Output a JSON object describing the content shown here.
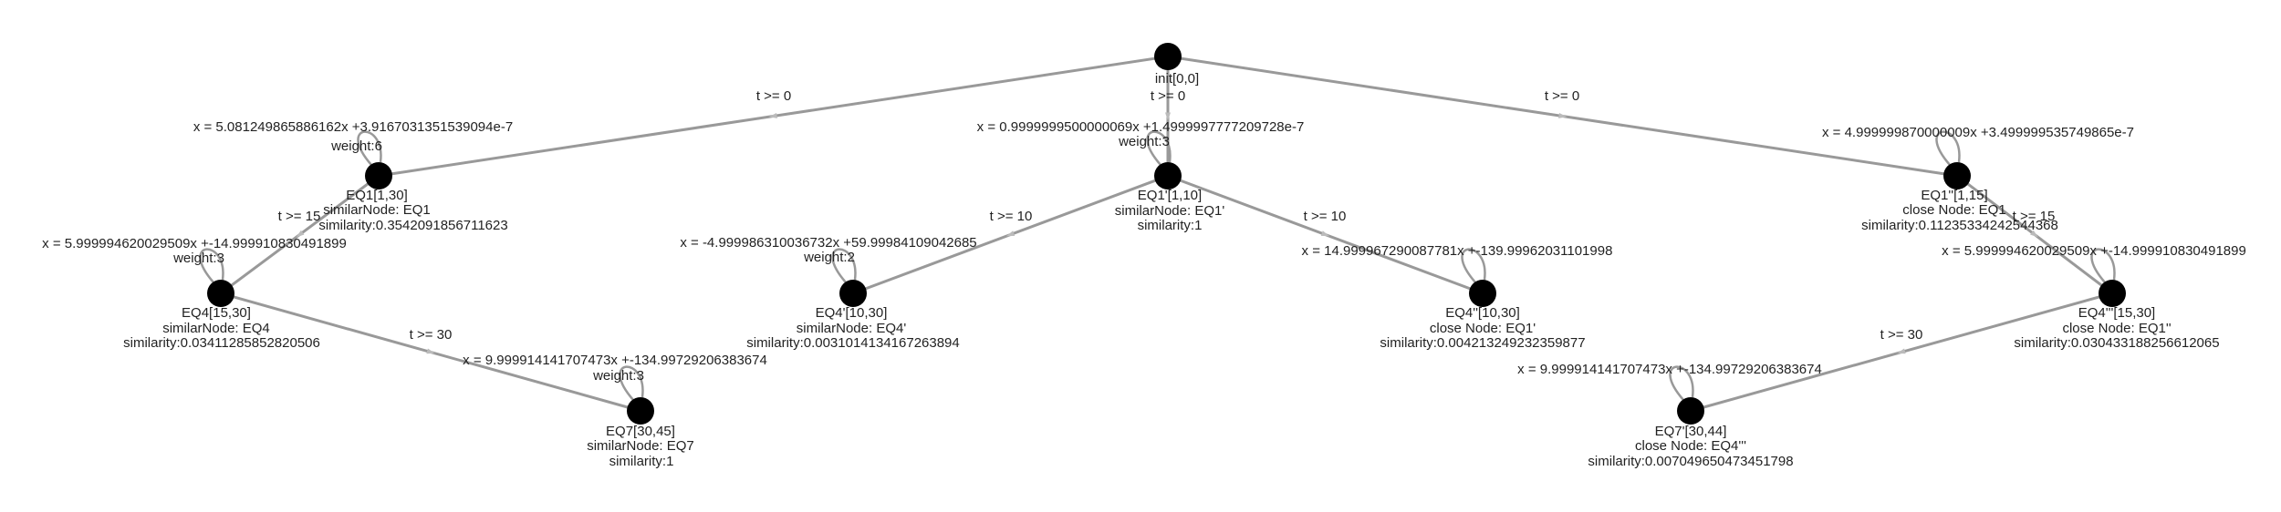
{
  "colors": {
    "node": "#000000",
    "edge": "#999999",
    "text": "#222222",
    "background": "#ffffff"
  },
  "nodes": [
    {
      "id": "init",
      "lines": [
        "init[0,0]"
      ]
    },
    {
      "id": "eq1_a",
      "lines": [
        "x = 5.081249865886162x +3.9167031351539094e-7",
        "weight:6",
        "EQ1[1,30]",
        "similarNode: EQ1",
        "similarity:0.3542091856711623"
      ]
    },
    {
      "id": "eq1_b",
      "lines": [
        "x = 0.9999999500000069x +1.4999997777209728e-7",
        "weight:3",
        "EQ1'[1,10]",
        "similarNode: EQ1'",
        "similarity:1"
      ]
    },
    {
      "id": "eq1_c",
      "lines": [
        "x = 4.999999870000009x +3.499999535749865e-7",
        "EQ1''[1,15]",
        "close Node: EQ1",
        "similarity:0.11235334242544368"
      ]
    },
    {
      "id": "eq4_a",
      "lines": [
        "x = 5.999994620029509x +-14.999910830491899",
        "weight:3",
        "EQ4[15,30]",
        "similarNode: EQ4",
        "similarity:0.03411285852820506"
      ]
    },
    {
      "id": "eq7_a",
      "lines": [
        "x = 9.999914141707473x +-134.99729206383674",
        "weight:3",
        "EQ7[30,45]",
        "similarNode: EQ7",
        "similarity:1"
      ]
    },
    {
      "id": "eq4_b",
      "lines": [
        "x = -4.999986310036732x +59.99984109042685",
        "weight:2",
        "EQ4'[10,30]",
        "similarNode: EQ4'",
        "similarity:0.0031014134167263894"
      ]
    },
    {
      "id": "eq4_c",
      "lines": [
        "x = 14.999967290087781x +-139.99962031101998",
        "EQ4''[10,30]",
        "close Node: EQ1'",
        "similarity:0.004213249232359877"
      ]
    },
    {
      "id": "eq4_d",
      "lines": [
        "x = 5.999994620029509x +-14.999910830491899",
        "EQ4'''[15,30]",
        "close Node: EQ1''",
        "similarity:0.030433188256612065"
      ]
    },
    {
      "id": "eq7_b",
      "lines": [
        "x = 9.999914141707473x +-134.99729206383674",
        "EQ7'[30,44]",
        "close Node: EQ4'''",
        "similarity:0.007049650473451798"
      ]
    }
  ],
  "edges": [
    {
      "from": "init",
      "to": "eq1_a",
      "label": "t >= 0"
    },
    {
      "from": "init",
      "to": "eq1_b",
      "label": "t >= 0"
    },
    {
      "from": "init",
      "to": "eq1_c",
      "label": "t >= 0"
    },
    {
      "from": "eq1_a",
      "to": "eq4_a",
      "label": "t >= 15"
    },
    {
      "from": "eq4_a",
      "to": "eq7_a",
      "label": "t >= 30"
    },
    {
      "from": "eq1_b",
      "to": "eq4_b",
      "label": "t >= 10"
    },
    {
      "from": "eq1_b",
      "to": "eq4_c",
      "label": "t >= 10"
    },
    {
      "from": "eq1_c",
      "to": "eq4_d",
      "label": "t >= 15"
    },
    {
      "from": "eq4_d",
      "to": "eq7_b",
      "label": "t >= 30"
    }
  ]
}
